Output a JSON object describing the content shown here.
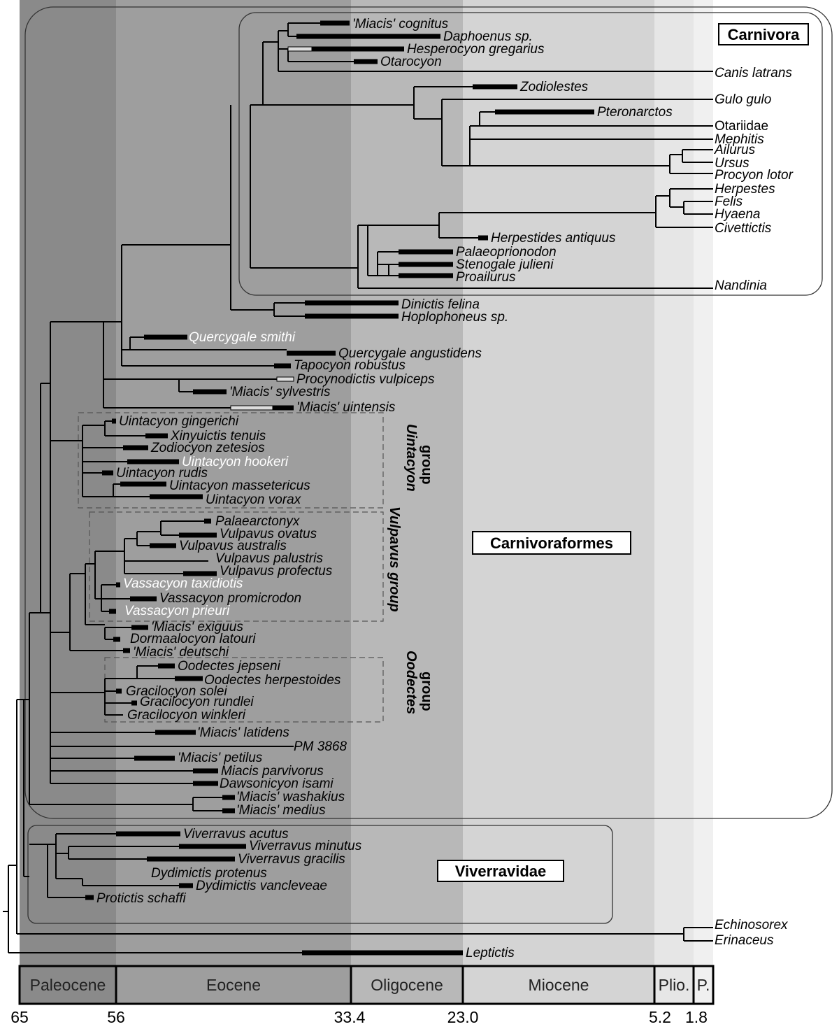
{
  "epochs": [
    {
      "name": "Paleocene",
      "color": "#8a8a8a"
    },
    {
      "name": "Eocene",
      "color": "#9e9e9e"
    },
    {
      "name": "Oligocene",
      "color": "#b8b8b8"
    },
    {
      "name": "Miocene",
      "color": "#d4d4d4"
    },
    {
      "name": "Plio.",
      "color": "#e6e6e6"
    },
    {
      "name": "P.",
      "color": "#f0f0f0"
    }
  ],
  "ages": [
    "65",
    "56",
    "33.4",
    "23.0",
    "5.2",
    "1.8"
  ],
  "clades": {
    "carnivora": "Carnivora",
    "carnivoraformes": "Carnivoraformes",
    "viverravidae": "Viverravidae"
  },
  "groups": {
    "uintacyon": [
      "Uintacyon",
      "group"
    ],
    "vulpavus": "Vulpavus group",
    "oodectes": [
      "Oodectes",
      "group"
    ]
  },
  "taxa": [
    "'Miacis' cognitus",
    "Daphoenus sp.",
    "Hesperocyon gregarius",
    "Otarocyon",
    "Canis latrans",
    "Zodiolestes",
    "Gulo gulo",
    "Pteronarctos",
    "Otariidae",
    "Mephitis",
    "Ailurus",
    "Ursus",
    "Procyon lotor",
    "Herpestes",
    "Felis",
    "Hyaena",
    "Civettictis",
    "Herpestides antiquus",
    "Palaeoprionodon",
    "Stenogale julieni",
    "Proailurus",
    "Nandinia",
    "Dinictis felina",
    "Hoplophoneus sp.",
    "Quercygale smithi",
    "Quercygale angustidens",
    "Tapocyon robustus",
    "Procynodictis vulpiceps",
    "'Miacis' sylvestris",
    "'Miacis' uintensis",
    "Uintacyon gingerichi",
    "Xinyuictis tenuis",
    "Zodiocyon zetesios",
    "Uintacyon hookeri",
    "Uintacyon rudis",
    "Uintacyon massetericus",
    "Uintacyon vorax",
    "Palaearctonyx",
    "Vulpavus ovatus",
    "Vulpavus australis",
    "Vulpavus palustris",
    "Vulpavus profectus",
    "Vassacyon taxidiotis",
    "Vassacyon promicrodon",
    "Vassacyon prieuri",
    "'Miacis' exiguus",
    "Dormaalocyon latouri",
    "'Miacis' deutschi",
    "Oodectes jepseni",
    "Oodectes herpestoides",
    "Gracilocyon solei",
    "Gracilocyon rundlei",
    "Gracilocyon winkleri",
    "'Miacis' latidens",
    "PM 3868",
    "'Miacis' petilus",
    "Miacis parvivorus",
    "Dawsonicyon isami",
    "'Miacis' washakius",
    "'Miacis' medius",
    "Viverravus acutus",
    "Viverravus minutus",
    "Viverravus gracilis",
    "Dydimictis protenus",
    "Dydimictis vancleveae",
    "Protictis schaffi",
    "Echinosorex",
    "Erinaceus",
    "Leptictis"
  ]
}
